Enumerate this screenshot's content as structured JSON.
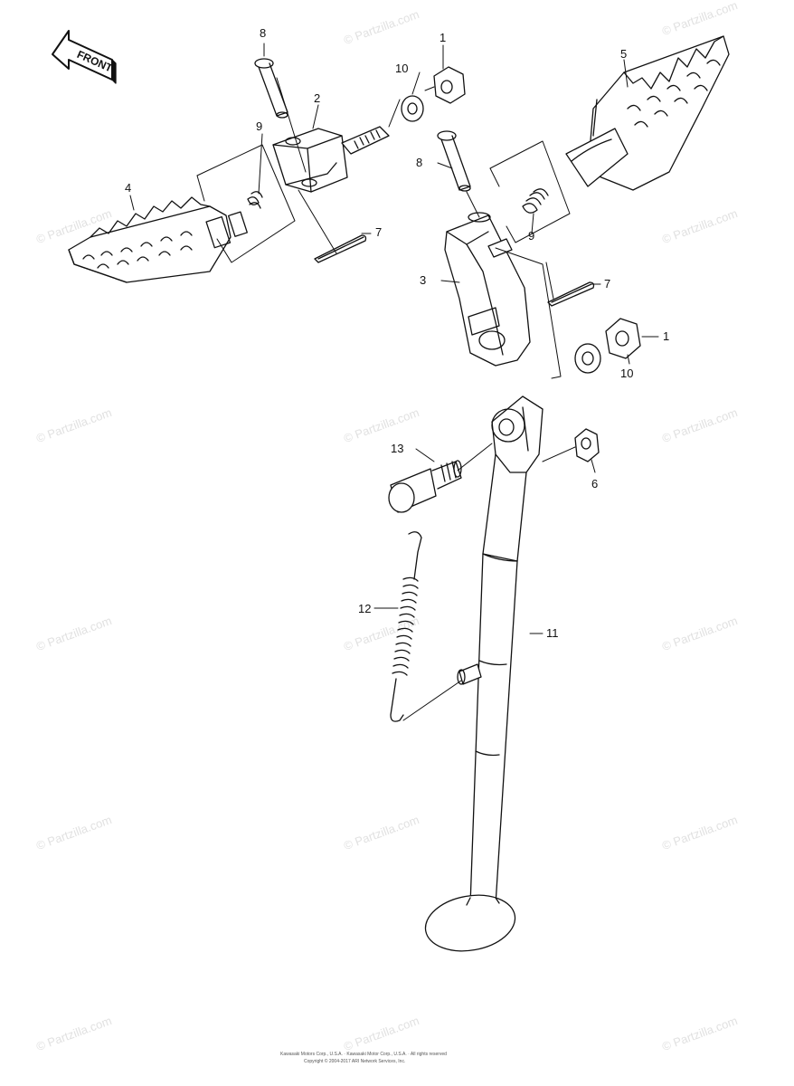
{
  "front_badge": "FRONT",
  "watermark": {
    "copyright_symbol": "©",
    "text": "Partzilla.com"
  },
  "callouts": {
    "c1a": "1",
    "c1b": "1",
    "c2": "2",
    "c3": "3",
    "c4": "4",
    "c5": "5",
    "c6": "6",
    "c7a": "7",
    "c7b": "7",
    "c8a": "8",
    "c8b": "8",
    "c9a": "9",
    "c9b": "9",
    "c10a": "10",
    "c10b": "10",
    "c11": "11",
    "c12": "12",
    "c13": "13"
  },
  "footer": {
    "line1": "Kawasaki Motors Corp., U.S.A. · Kawasaki Motor Corp., U.S.A. · All rights reserved",
    "line2": "Copyright © 2004-2017 ARI Network Services, Inc."
  }
}
